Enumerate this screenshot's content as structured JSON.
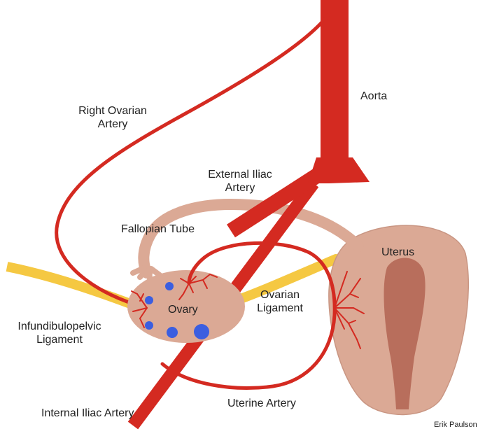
{
  "colors": {
    "artery": "#d42a21",
    "ligament": "#f5c842",
    "tissue": "#dba995",
    "tissue_dark": "#b86e5c",
    "follicle": "#3b5ee0",
    "text": "#222222"
  },
  "labels": {
    "aorta": "Aorta",
    "right_ovarian_artery_line1": "Right Ovarian",
    "right_ovarian_artery_line2": "Artery",
    "external_iliac_line1": "External Iliac",
    "external_iliac_line2": "Artery",
    "fallopian_tube": "Fallopian Tube",
    "uterus": "Uterus",
    "ovary": "Ovary",
    "ovarian_ligament_line1": "Ovarian",
    "ovarian_ligament_line2": "Ligament",
    "infundibulopelvic_line1": "Infundibulopelvic",
    "infundibulopelvic_line2": "Ligament",
    "internal_iliac": "Internal Iliac Artery",
    "uterine_artery": "Uterine Artery",
    "author": "Erik Paulson"
  }
}
